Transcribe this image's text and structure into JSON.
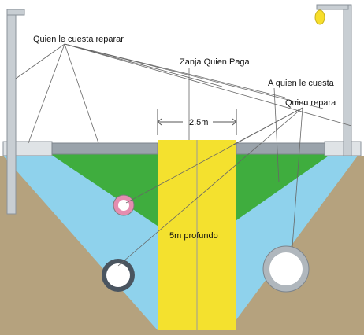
{
  "labels": {
    "quien_le_cuesta_reparar": "Quien le cuesta  reparar",
    "zanja_quien_paga": "Zanja Quien Paga",
    "a_quien_le_cuesta": "A quien le cuesta",
    "quien_repara": "Quien repara",
    "width": "2.5m",
    "depth": "5m profundo"
  },
  "colors": {
    "soil": "#b5a27e",
    "water_blue": "#8fd2ec",
    "green_fill": "#3fad3e",
    "trench_yellow": "#f4e12e",
    "pavement": "#9aa3ab",
    "pavement_light": "#dfe3e6",
    "pole": "#c8ced3",
    "lamp": "#f7de2b",
    "pipe_pink": "#e58db0",
    "pipe_dark": "#4a5560",
    "pipe_light": "#b0b7bd",
    "line": "#666666"
  },
  "icons": {
    "street_light": "street-light-icon",
    "utility_pole": "utility-pole-icon"
  }
}
